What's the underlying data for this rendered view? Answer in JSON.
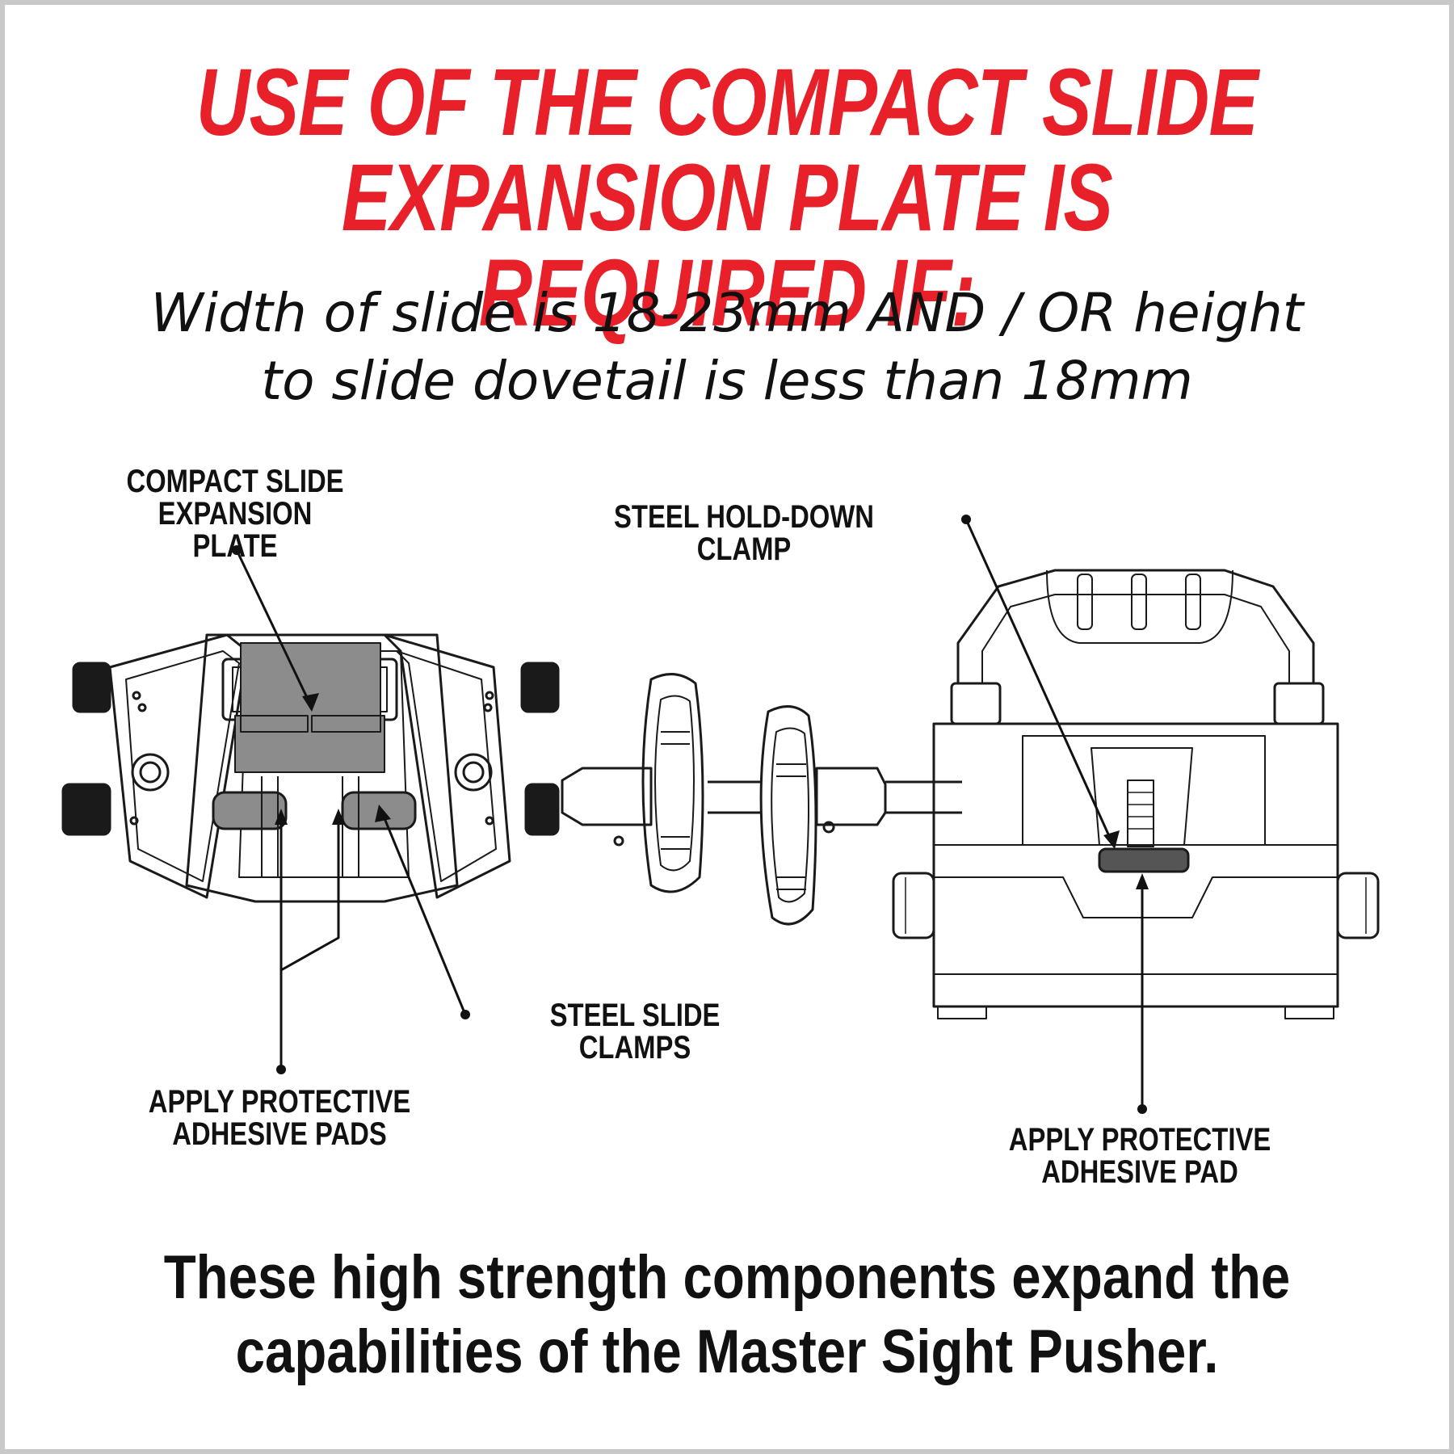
{
  "headline": {
    "line1": "USE OF THE COMPACT SLIDE",
    "line2": "EXPANSION PLATE IS REQUIRED IF:"
  },
  "subhead": {
    "line1": "Width of slide is 18-23mm AND / OR height",
    "line2": "to slide dovetail is less than 18mm"
  },
  "callouts": {
    "expansion_plate": {
      "line1": "COMPACT SLIDE",
      "line2": "EXPANSION PLATE"
    },
    "hold_down_clamp": {
      "line1": "STEEL HOLD-DOWN CLAMP"
    },
    "slide_clamps": {
      "line1": "STEEL SLIDE CLAMPS"
    },
    "adhesive_pads": {
      "line1": "APPLY PROTECTIVE",
      "line2": "ADHESIVE PADS"
    },
    "adhesive_pad": {
      "line1": "APPLY PROTECTIVE",
      "line2": "ADHESIVE PAD"
    }
  },
  "footer": {
    "line1": "These high strength components expand the",
    "line2": "capabilities of the Master Sight Pusher."
  },
  "colors": {
    "headline": "#e8202a",
    "text": "#111111",
    "part_fill": "#8c8c8c",
    "line_art": "#1a1a1a",
    "border": "#c9c9c9"
  }
}
